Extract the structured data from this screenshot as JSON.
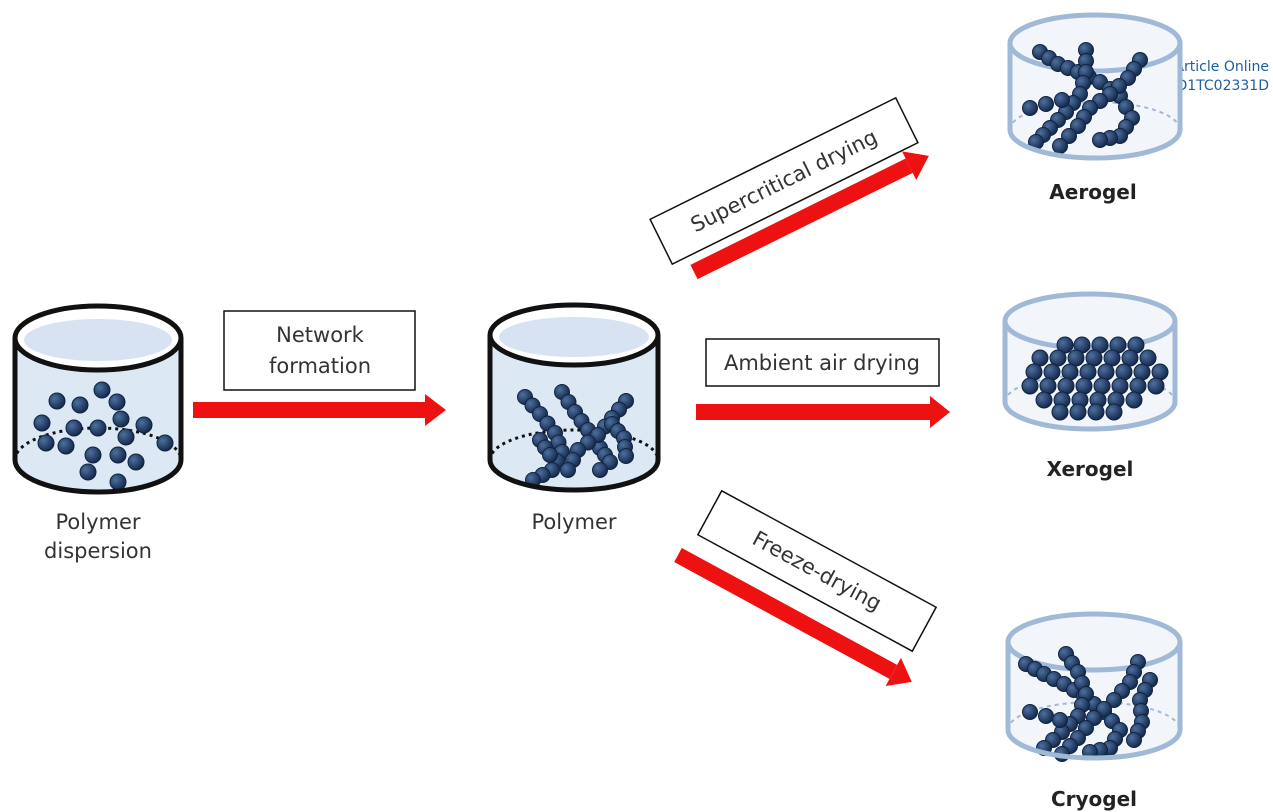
{
  "header": {
    "view_online": "View Article Online",
    "doi": "DOI: 10.1039/D1TC02331D"
  },
  "containers": {
    "dispersion": "Polymer dispersion",
    "polymer": "Polymer",
    "aerogel": "Aerogel",
    "xerogel": "Xerogel",
    "cryogel": "Cryogel"
  },
  "steps": {
    "network_line1": "Network",
    "network_line2": "formation",
    "supercritical": "Supercritical drying",
    "ambient": "Ambient air drying",
    "freeze": "Freeze-drying"
  },
  "colors": {
    "arrow": "#ee1111",
    "particle": "#1f3d6b",
    "liquid": "#dde8f5"
  }
}
